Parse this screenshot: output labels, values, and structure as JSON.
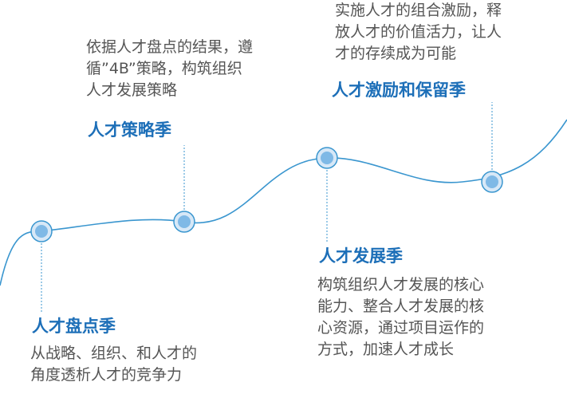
{
  "colors": {
    "curve": "#3a96cf",
    "node_fill": "#7fb9e6",
    "node_ring": "#d7e8f7",
    "node_stroke": "#3a96cf",
    "title": "#1d6fb8",
    "text": "#555555"
  },
  "stages": [
    {
      "title": "人才盘点季",
      "desc_lines": [
        "从战略、组织、和人才的",
        "角度透析人才的竞争力"
      ]
    },
    {
      "title": "人才策略季",
      "desc_lines": [
        "依据人才盘点的结果，遵",
        "循”4B”策略，构筑组织",
        "人才发展策略"
      ]
    },
    {
      "title": "人才发展季",
      "desc_lines": [
        "构筑组织人才发展的核心",
        "能力、整合人才发展的核",
        "心资源，通过项目运作的",
        "方式，加速人才成长"
      ]
    },
    {
      "title": "人才激励和保留季",
      "desc_lines": [
        "实施人才的组合激励，释",
        "放人才的价值活力，让人",
        "才的存续成为可能"
      ]
    }
  ]
}
